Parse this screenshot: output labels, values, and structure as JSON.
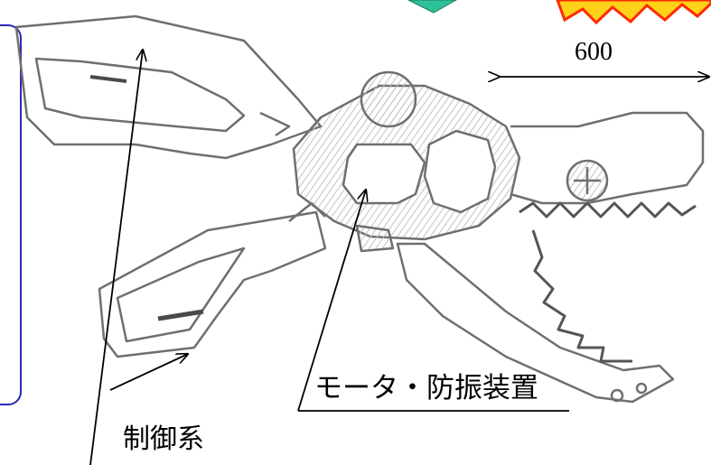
{
  "labels": {
    "dimension": "600",
    "motor": "モータ・防振装置",
    "control": "制御系"
  },
  "colors": {
    "panel_border": "#2a2ab0",
    "teal_shape": "#2fc09a",
    "burst_fill": "#ffd21a",
    "burst_stroke": "#ff2a00",
    "sketch_line": "#6f6f6f",
    "sketch_hatch": "#b5b5b5"
  }
}
